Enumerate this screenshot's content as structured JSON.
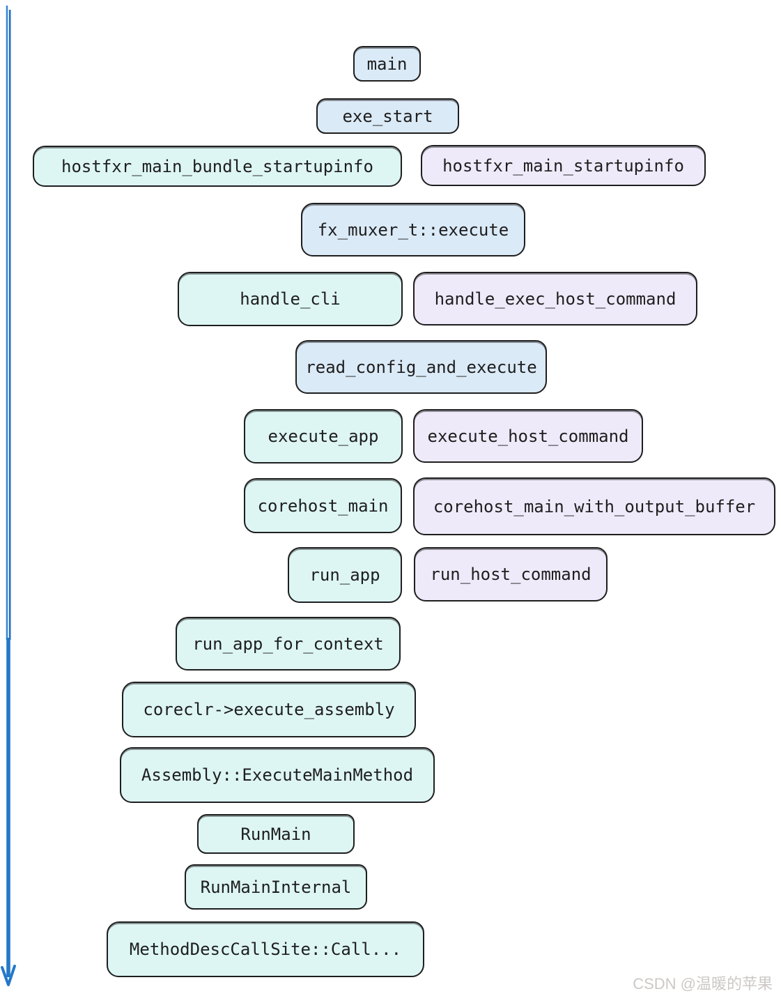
{
  "diagram": {
    "type": "call-flow",
    "description": "dotnet host startup call chain, drawn hand-sketch style with a long downward arrow at the left"
  },
  "nodes": [
    {
      "label": "main",
      "variant": "blue"
    },
    {
      "label": "exe_start",
      "variant": "blue"
    },
    {
      "label": "hostfxr_main_bundle_startupinfo",
      "variant": "cyan"
    },
    {
      "label": "hostfxr_main_startupinfo",
      "variant": "lavender"
    },
    {
      "label": "fx_muxer_t::execute",
      "variant": "blue"
    },
    {
      "label": "handle_cli",
      "variant": "cyan"
    },
    {
      "label": "handle_exec_host_command",
      "variant": "lavender"
    },
    {
      "label": "read_config_and_execute",
      "variant": "blue"
    },
    {
      "label": "execute_app",
      "variant": "cyan"
    },
    {
      "label": "execute_host_command",
      "variant": "lavender"
    },
    {
      "label": "corehost_main",
      "variant": "cyan"
    },
    {
      "label": "corehost_main_with_output_buffer",
      "variant": "lavender"
    },
    {
      "label": "run_app",
      "variant": "cyan"
    },
    {
      "label": "run_host_command",
      "variant": "lavender"
    },
    {
      "label": "run_app_for_context",
      "variant": "cyan"
    },
    {
      "label": "coreclr->execute_assembly",
      "variant": "cyan"
    },
    {
      "label": "Assembly::ExecuteMainMethod",
      "variant": "cyan"
    },
    {
      "label": "RunMain",
      "variant": "cyan"
    },
    {
      "label": "RunMainInternal",
      "variant": "cyan"
    },
    {
      "label": "MethodDescCallSite::Call...",
      "variant": "cyan"
    }
  ],
  "colors": {
    "node_blue": "#dbeaf7",
    "node_cyan": "#ddf6f4",
    "node_lavender": "#efeafa",
    "node_border": "#1e1e1e",
    "node_text": "#1e1e1e",
    "arrow_blue": "#2478c8",
    "watermark_gray": "#ccc8c5"
  },
  "watermark": {
    "text": "CSDN @温暖的苹果"
  }
}
